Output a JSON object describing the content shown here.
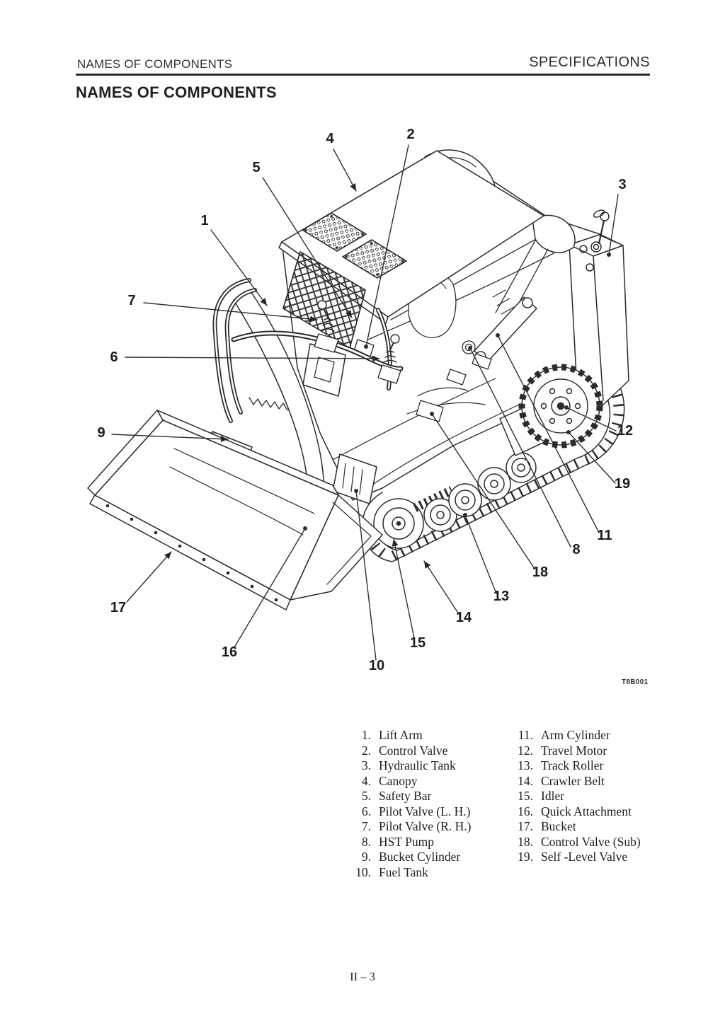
{
  "header": {
    "section": "NAMES OF COMPONENTS",
    "chapter": "SPECIFICATIONS"
  },
  "title": "NAMES OF COMPONENTS",
  "diagram": {
    "figure_code": "T8B001",
    "callouts": [
      "1",
      "2",
      "3",
      "4",
      "5",
      "6",
      "7",
      "8",
      "9",
      "10",
      "11",
      "12",
      "13",
      "14",
      "15",
      "16",
      "17",
      "18",
      "19"
    ]
  },
  "legend": {
    "left": [
      {
        "num": "1.",
        "label": "Lift Arm"
      },
      {
        "num": "2.",
        "label": "Control Valve"
      },
      {
        "num": "3.",
        "label": "Hydraulic Tank"
      },
      {
        "num": "4.",
        "label": "Canopy"
      },
      {
        "num": "5.",
        "label": "Safety Bar"
      },
      {
        "num": "6.",
        "label": "Pilot Valve (L. H.)"
      },
      {
        "num": "7.",
        "label": "Pilot Valve (R. H.)"
      },
      {
        "num": "8.",
        "label": "HST Pump"
      },
      {
        "num": "9.",
        "label": "Bucket Cylinder"
      },
      {
        "num": "10.",
        "label": "Fuel Tank"
      }
    ],
    "right": [
      {
        "num": "11.",
        "label": "Arm Cylinder"
      },
      {
        "num": "12.",
        "label": "Travel Motor"
      },
      {
        "num": "13.",
        "label": "Track Roller"
      },
      {
        "num": "14.",
        "label": "Crawler Belt"
      },
      {
        "num": "15.",
        "label": "Idler"
      },
      {
        "num": "16.",
        "label": "Quick Attachment"
      },
      {
        "num": "17.",
        "label": "Bucket"
      },
      {
        "num": "18.",
        "label": "Control Valve (Sub)"
      },
      {
        "num": "19.",
        "label": "Self -Level Valve"
      }
    ]
  },
  "footer": {
    "page_number": "II – 3"
  }
}
